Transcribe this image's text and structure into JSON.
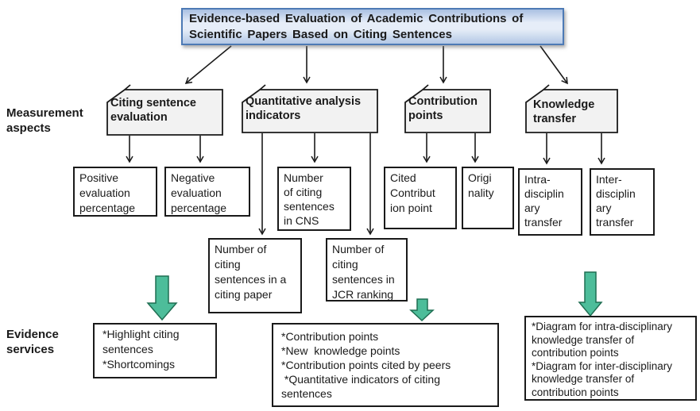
{
  "diagram": {
    "title": "Evidence-based Evaluation of Academic Contributions of\nScientific Papers Based on Citing Sentences",
    "row_labels": {
      "measurement": "Measurement\naspects",
      "evidence": "Evidence\nservices"
    },
    "aspects": {
      "citing_sentence": "Citing sentence\nevaluation",
      "quantitative": "Quantitative analysis\nindicators",
      "contribution": "Contribution\npoints",
      "knowledge": "Knowledge\ntransfer"
    },
    "indicator_boxes": {
      "positive_eval": "Positive\nevaluation\npercentage",
      "negative_eval": "Negative\nevaluation\npercentage",
      "cns": "Number\nof citing\nsentences\nin CNS",
      "cited_contribution": "Cited\nContribut\nion point",
      "originality": "Origi\nnality",
      "intra_transfer": "Intra-\ndisciplin\nary\ntransfer",
      "inter_transfer": "Inter-\ndisciplin\nary\ntransfer",
      "citing_paper": "Number of\nciting\nsentences in a\nciting paper",
      "jcr_ranking": "Number of\nciting\nsentences in\nJCR ranking"
    },
    "evidence_boxes": {
      "highlight": "*Highlight citing\nsentences\n*Shortcomings",
      "contribution": "*Contribution points\n*New  knowledge points\n*Contribution points cited by peers\n *Quantitative indicators of citing\nsentences",
      "diagram": "*Diagram for intra-disciplinary\nknowledge transfer of\ncontribution points\n*Diagram for inter-disciplinary\nknowledge transfer of\ncontribution points"
    },
    "colors": {
      "text": "#1a1a1a",
      "line": "#1a1a1a",
      "box_bg": "#ffffff",
      "aspect_fill": "#f2f2f2",
      "title_border": "#4d7ab5",
      "title_top": "#a9c0e2",
      "title_mid": "#e6edf8",
      "title_bottom": "#b3c8e6",
      "green_fill": "#4dbd9a",
      "green_stroke": "#1f6e52"
    }
  }
}
